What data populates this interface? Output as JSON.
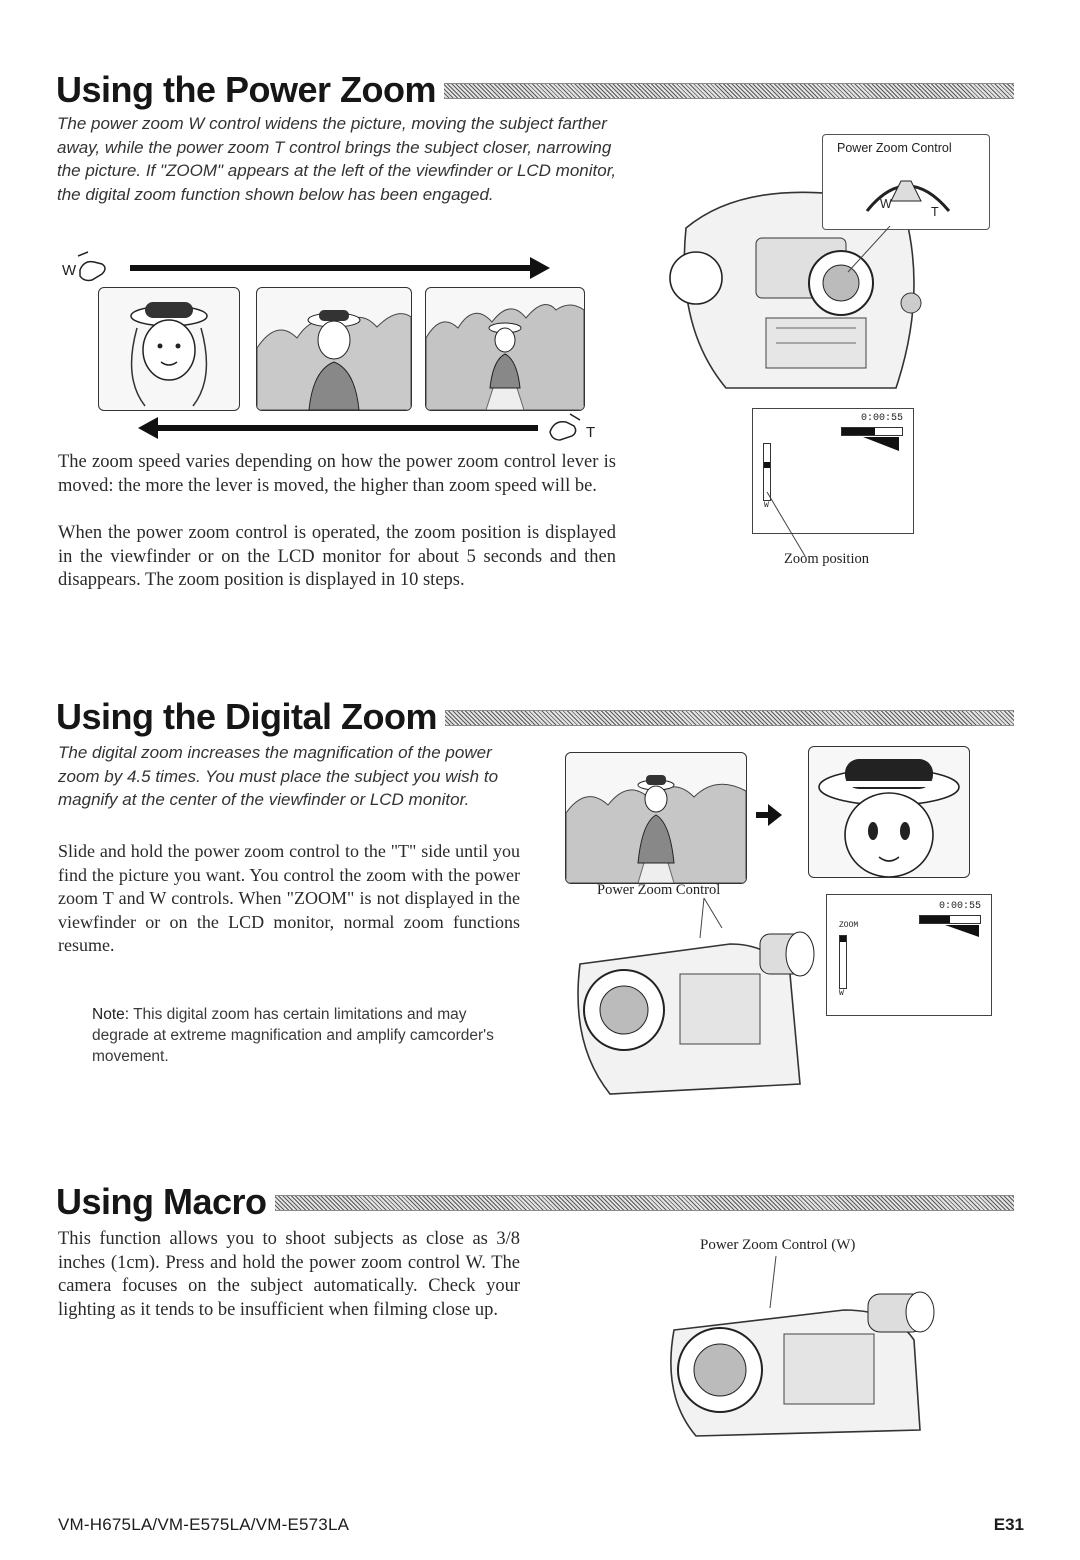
{
  "power_zoom": {
    "title": "Using the Power Zoom",
    "intro": "The power zoom W control widens the picture, moving the subject farther away, while the power zoom T control brings the subject closer, narrowing the picture. If \"ZOOM\" appears at the left of the viewfinder or LCD monitor, the digital zoom function shown below has been engaged.",
    "label_w": "W",
    "label_t": "T",
    "body_1": "The zoom speed varies depending on how the power zoom control lever is moved: the more the lever is moved, the higher than zoom speed will be.",
    "body_2": "When the power zoom control is operated, the zoom position is displayed in the viewfinder or on the LCD monitor for about 5 seconds and then disappears. The zoom position is displayed in 10 steps.",
    "callout_control": "Power Zoom Control",
    "callout_w": "W",
    "callout_t": "T",
    "vf_time": "0:00:55",
    "vf_w": "W",
    "zoom_position_label": "Zoom position"
  },
  "digital_zoom": {
    "title": "Using the Digital Zoom",
    "intro": "The digital zoom increases the magnification of the power zoom by 4.5 times. You must place the subject you wish to magnify at the center of the viewfinder or LCD monitor.",
    "body": "Slide and hold the power zoom control to the \"T\" side until you find the picture you want. You control the zoom with the power zoom T and W controls. When \"ZOOM\" is not displayed in the viewfinder or on the LCD monitor, normal zoom functions resume.",
    "note_label": "Note:",
    "note_text": "This digital zoom has certain limitations and may degrade at extreme magnification and amplify camcorder's movement.",
    "callout_control": "Power Zoom Control",
    "vf_time": "0:00:55",
    "vf_zoom": "ZOOM",
    "vf_w": "W"
  },
  "macro": {
    "title": "Using Macro",
    "body": "This function allows you to shoot subjects as close as 3/8 inches (1cm). Press and hold the power zoom control W. The camera focuses on the subject automatically. Check your lighting as it tends to be insufficient when filming close up.",
    "callout_control": "Power Zoom Control (W)"
  },
  "footer": {
    "model": "VM-H675LA/VM-E575LA/VM-E573LA",
    "page": "E31"
  }
}
